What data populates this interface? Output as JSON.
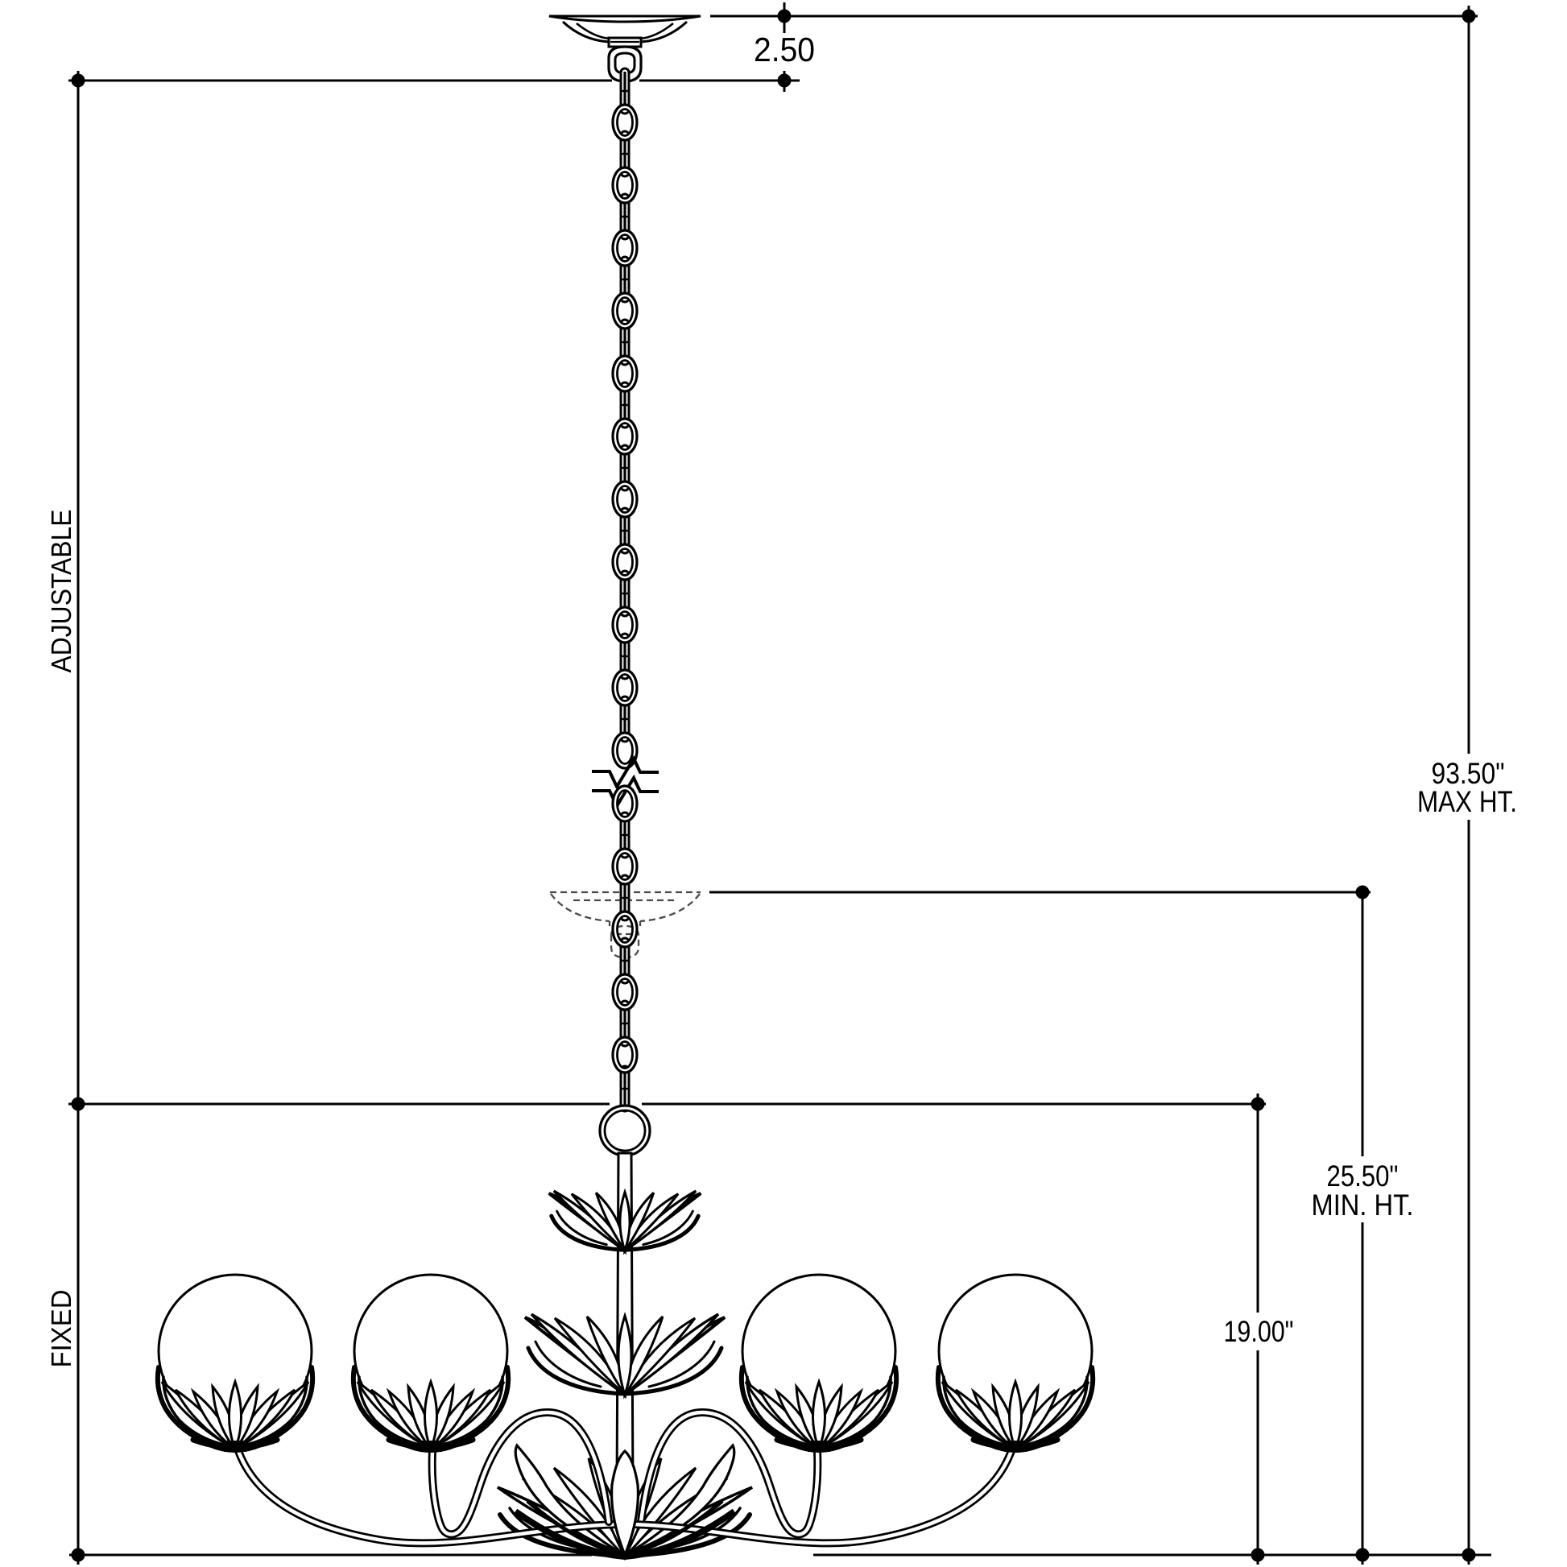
{
  "drawing": {
    "type": "technical-dimension-diagram",
    "subject": "six-light lotus-flower chandelier with glass globes on adjustable hanging chain",
    "colors": {
      "ink": "#000000",
      "background": "#ffffff"
    },
    "labels": {
      "adjustable": "ADJUSTABLE",
      "fixed": "FIXED"
    },
    "dimensions": {
      "canopy_height": {
        "value": "2.50"
      },
      "max_height": {
        "value": "93.50\"",
        "label": "MAX HT."
      },
      "min_height": {
        "value": "25.50\"",
        "label": "MIN. HT."
      },
      "fixture_height": {
        "value": "19.00\""
      }
    }
  }
}
